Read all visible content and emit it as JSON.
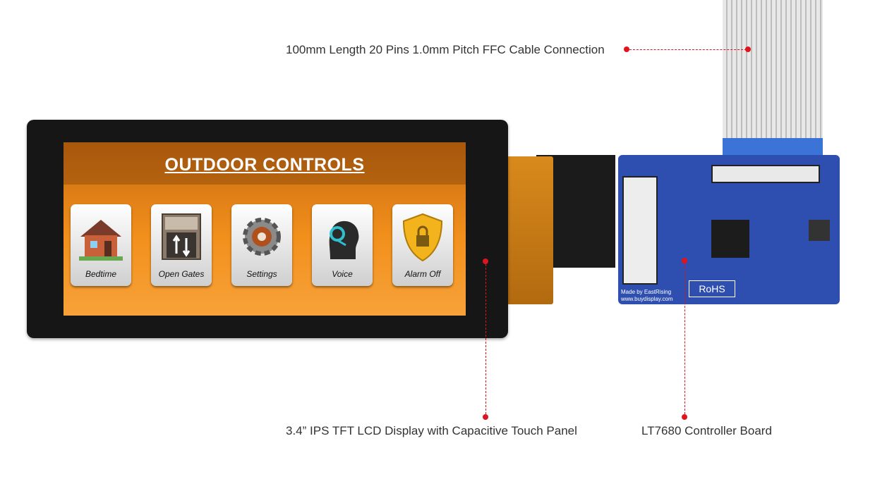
{
  "callouts": {
    "cable": "100mm Length 20 Pins 1.0mm Pitch FFC Cable Connection",
    "display": "3.4” IPS TFT LCD Display with Capacitive Touch Panel",
    "board": "LT7680 Controller Board"
  },
  "screen": {
    "title": "OUTDOOR CONTROLS",
    "buttons": [
      {
        "label": "Bedtime",
        "icon": "house-icon"
      },
      {
        "label": "Open Gates",
        "icon": "gate-icon"
      },
      {
        "label": "Settings",
        "icon": "gear-icon"
      },
      {
        "label": "Voice",
        "icon": "voice-head-icon"
      },
      {
        "label": "Alarm Off",
        "icon": "shield-lock-icon"
      }
    ]
  },
  "pcb": {
    "silk_made_by": "Made by EastRising",
    "silk_url": "www.buydisplay.com",
    "rohs": "RoHS"
  },
  "colors": {
    "accent": "#e0141e",
    "pcb": "#2f4fb0",
    "screen": "#f2901c"
  }
}
